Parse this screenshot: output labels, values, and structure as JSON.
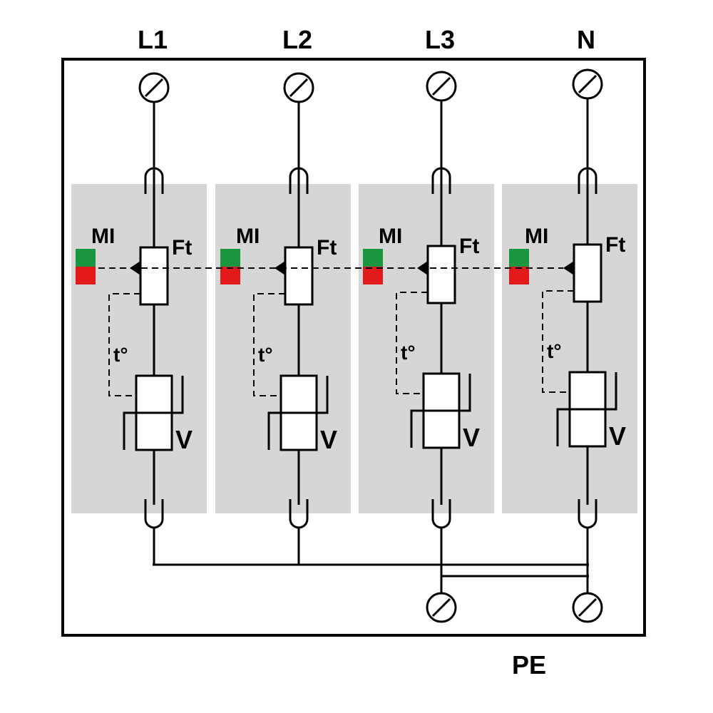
{
  "poles": [
    {
      "id": "l1",
      "name": "L1",
      "indicator": "MI",
      "fuse": "Ft",
      "thermal": "t°",
      "varistor": "V"
    },
    {
      "id": "l2",
      "name": "L2",
      "indicator": "MI",
      "fuse": "Ft",
      "thermal": "t°",
      "varistor": "V"
    },
    {
      "id": "l3",
      "name": "L3",
      "indicator": "MI",
      "fuse": "Ft",
      "thermal": "t°",
      "varistor": "V"
    },
    {
      "id": "n",
      "name": "N",
      "indicator": "MI",
      "fuse": "Ft",
      "thermal": "t°",
      "varistor": "V"
    }
  ],
  "ground_label": "PE",
  "colors": {
    "module_bg": "#d6d6d6",
    "indicator_ok": "#1a9641",
    "indicator_fault": "#e31a1c",
    "line": "#000000"
  }
}
